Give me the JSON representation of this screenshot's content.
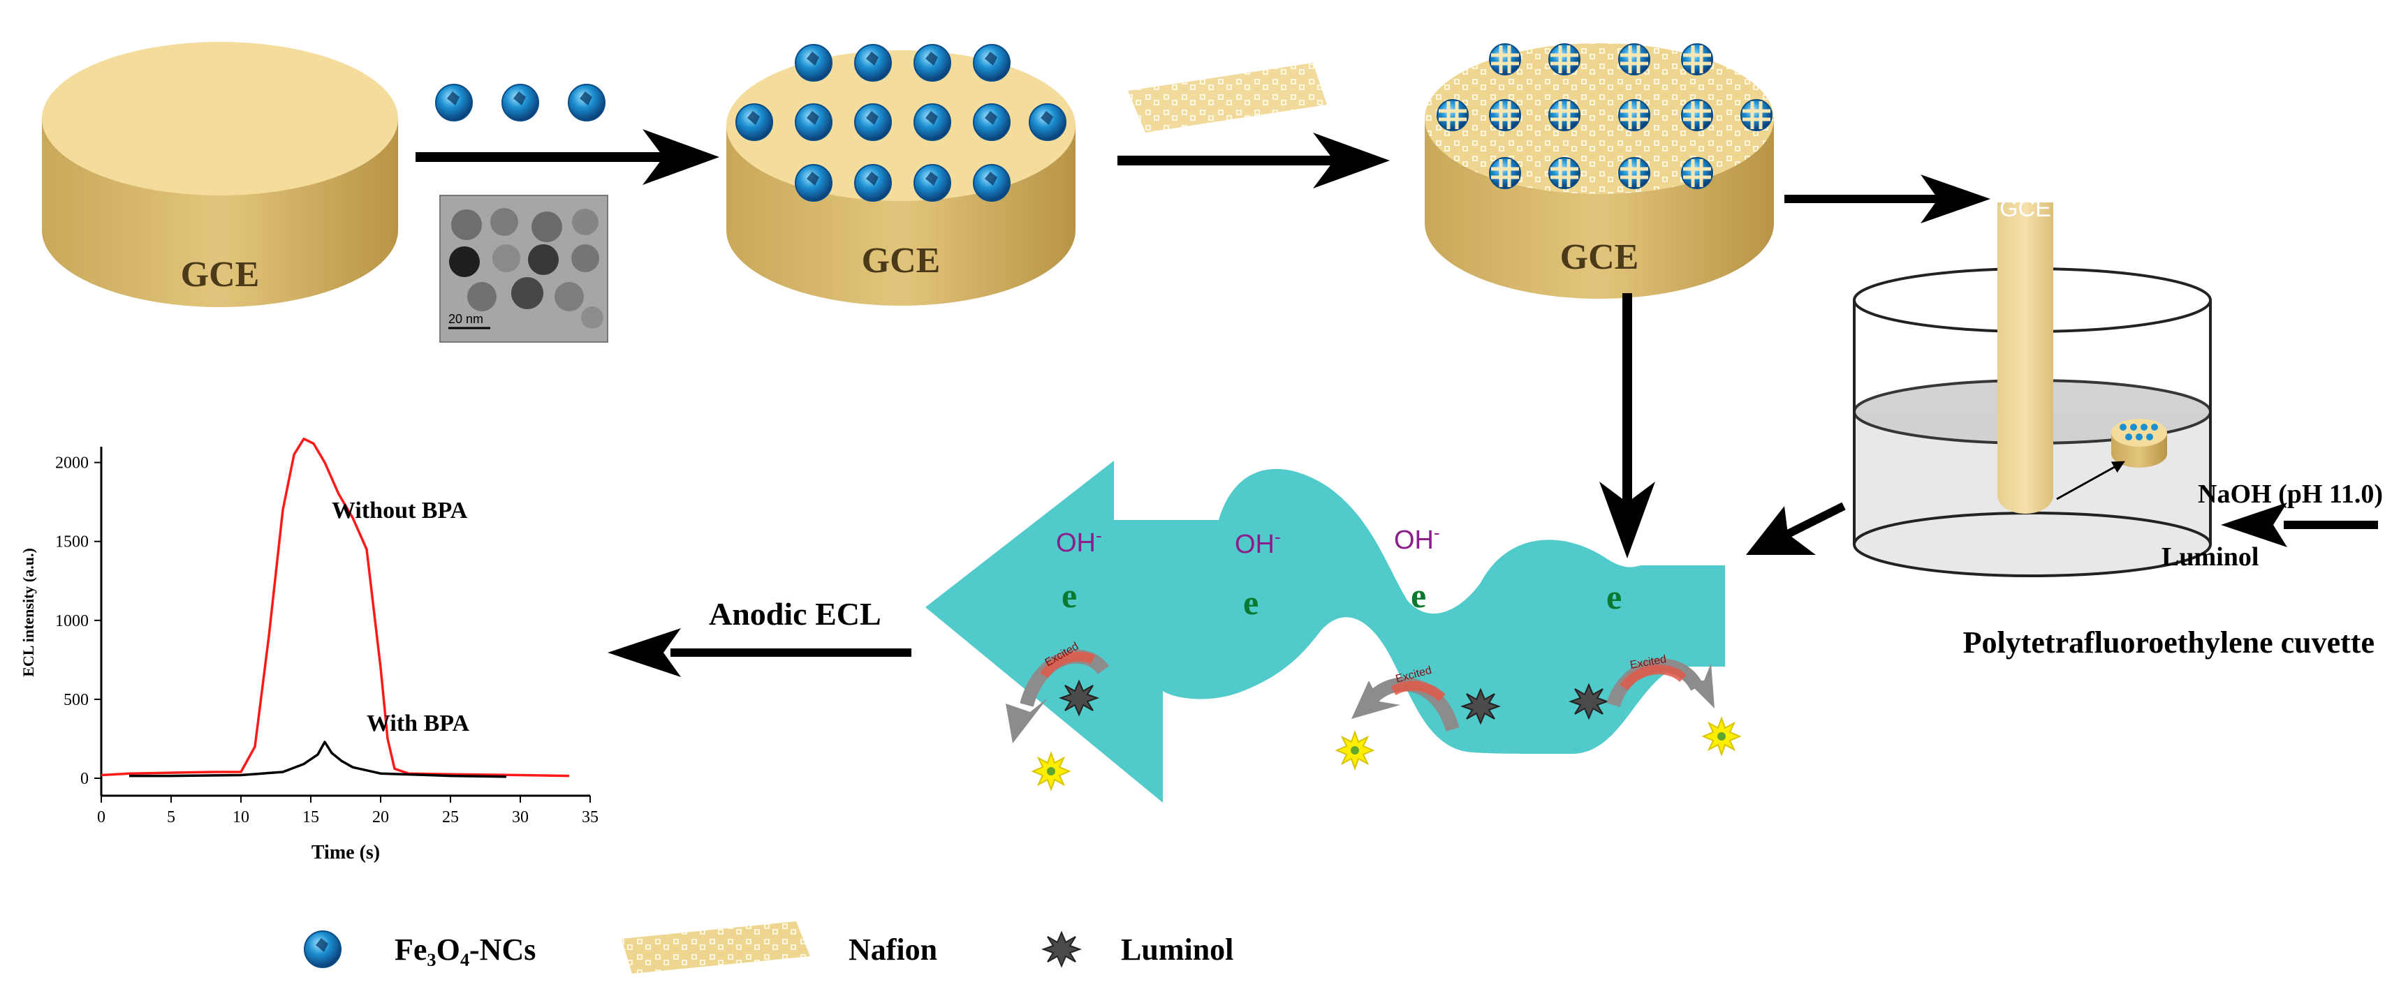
{
  "electrode_label": "GCE",
  "tem_inset": {
    "scale_bar": "20 nm"
  },
  "cuvette": {
    "label": "Polytetrafluoroethylene cuvette",
    "inputs": [
      "NaOH (pH 11.0)",
      "Luminol"
    ]
  },
  "reaction_path": {
    "species": [
      "OH",
      "OH",
      "OH"
    ],
    "superscript": "-",
    "electron": "e",
    "arc_label": "Excited"
  },
  "output_arrow_label": "Anodic ECL",
  "legend": [
    {
      "label": "Fe3O4-NCs",
      "label_display": "Fe₃O₄-NCs",
      "icon": "blue-sphere-icon"
    },
    {
      "label": "Nafion",
      "icon": "nafion-lattice-icon"
    },
    {
      "label": "Luminol",
      "icon": "luminol-star-icon"
    }
  ],
  "colors": {
    "electrode_top": "#f3dc9c",
    "electrode_side": "#d6b86a",
    "nanocrystal": "#1c8fd1",
    "ribbon": "#51cacb",
    "curve_without": "#ff1a1a",
    "curve_with": "#000000",
    "oh_text": "#8a1e8a",
    "electron_text": "#0a7a30",
    "excited_text": "#d43a2a",
    "emission": "#ffee00"
  },
  "chart_data": {
    "type": "line",
    "xlabel": "Time (s)",
    "ylabel": "ECL intensity (a.u.)",
    "xlim": [
      0,
      35
    ],
    "ylim": [
      0,
      2100
    ],
    "xticks": [
      0,
      5,
      10,
      15,
      20,
      25,
      30,
      35
    ],
    "yticks": [
      0,
      500,
      1000,
      1500,
      2000
    ],
    "grid": false,
    "series": [
      {
        "name": "Without BPA",
        "color": "#ff1a1a",
        "x": [
          0,
          2,
          5,
          8,
          10,
          11,
          12,
          13,
          13.8,
          14.5,
          15.2,
          16,
          17,
          18,
          19,
          20,
          20.5,
          21,
          22,
          25,
          30,
          33.5
        ],
        "y": [
          20,
          30,
          35,
          40,
          40,
          200,
          900,
          1700,
          2050,
          2150,
          2120,
          2000,
          1800,
          1650,
          1450,
          700,
          250,
          60,
          30,
          25,
          20,
          15
        ]
      },
      {
        "name": "With BPA",
        "color": "#000000",
        "x": [
          2,
          5,
          10,
          13,
          14.5,
          15.5,
          16,
          16.5,
          17.2,
          18,
          20,
          25,
          29
        ],
        "y": [
          15,
          15,
          20,
          40,
          90,
          150,
          230,
          160,
          110,
          70,
          30,
          15,
          10
        ]
      }
    ]
  }
}
